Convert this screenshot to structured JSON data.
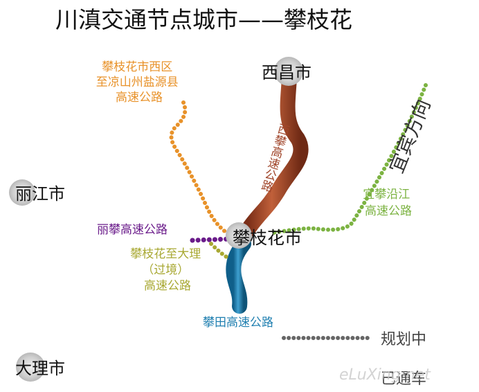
{
  "title": "川滇交通节点城市——攀枝花",
  "colors": {
    "orange": "#e8922a",
    "brown": "#a0452a",
    "green": "#7cb342",
    "purple": "#6a1b8a",
    "olive": "#a8a832",
    "blue": "#1f7fb0",
    "gray": "#666666"
  },
  "cities": {
    "xichang": "西昌市",
    "lijiang": "丽江市",
    "panzhihua": "攀枝花市",
    "dali": "大理市"
  },
  "direction": "宜宾方向",
  "routes": {
    "pz_yanyuan": [
      "攀枝花市西区",
      "至凉山州盐源县",
      "高速公路"
    ],
    "xipan": "西攀高速公路",
    "yipan": [
      "宜攀沿江",
      "高速公路"
    ],
    "lipan": "丽攀高速公路",
    "pz_dali": [
      "攀枝花至大理",
      "（过境）",
      "高速公路"
    ],
    "pantian": "攀田高速公路"
  },
  "legend": {
    "planned": "规划中",
    "open": "已通车"
  },
  "watermark": "eLuXing.net"
}
